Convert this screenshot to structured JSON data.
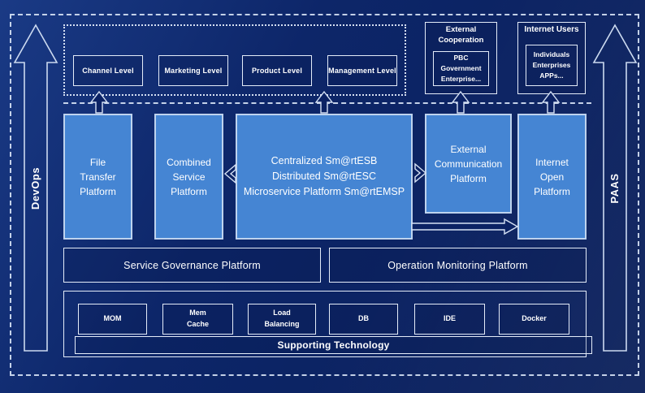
{
  "colors": {
    "background": "#0b2263",
    "platform_blue": "#4585d3",
    "light_border": "#bed3ee",
    "outline_white": "#e4ecf9"
  },
  "rails": {
    "devops_label": "DevOps",
    "paas_label": "PAAS"
  },
  "levels": {
    "items": [
      {
        "label": "Channel Level"
      },
      {
        "label": "Marketing Level"
      },
      {
        "label": "Product Level"
      },
      {
        "label": "Management Level"
      }
    ]
  },
  "external_cooperation": {
    "title": "External\nCooperation",
    "body": "PBC Government\nEnterprise..."
  },
  "internet_users": {
    "title": "Internet Users",
    "body": "Individuals\nEnterprises\nAPPs..."
  },
  "platforms": {
    "file_transfer": "File\nTransfer\nPlatform",
    "combined_service": "Combined\nService\nPlatform",
    "esb": "Centralized Sm@rtESB\nDistributed Sm@rtESC\nMicroservice Platform Sm@rtEMSP",
    "external_communication": "External\nCommunication\nPlatform",
    "internet_open": "Internet\nOpen\nPlatform"
  },
  "governance": {
    "service": "Service Governance Platform",
    "operation": "Operation Monitoring Platform"
  },
  "supporting": {
    "bar_label": "Supporting Technology",
    "items": [
      {
        "label": "MOM"
      },
      {
        "label": "Mem\nCache"
      },
      {
        "label": "Load\nBalancing"
      },
      {
        "label": "DB"
      },
      {
        "label": "IDE"
      },
      {
        "label": "Docker"
      }
    ]
  }
}
